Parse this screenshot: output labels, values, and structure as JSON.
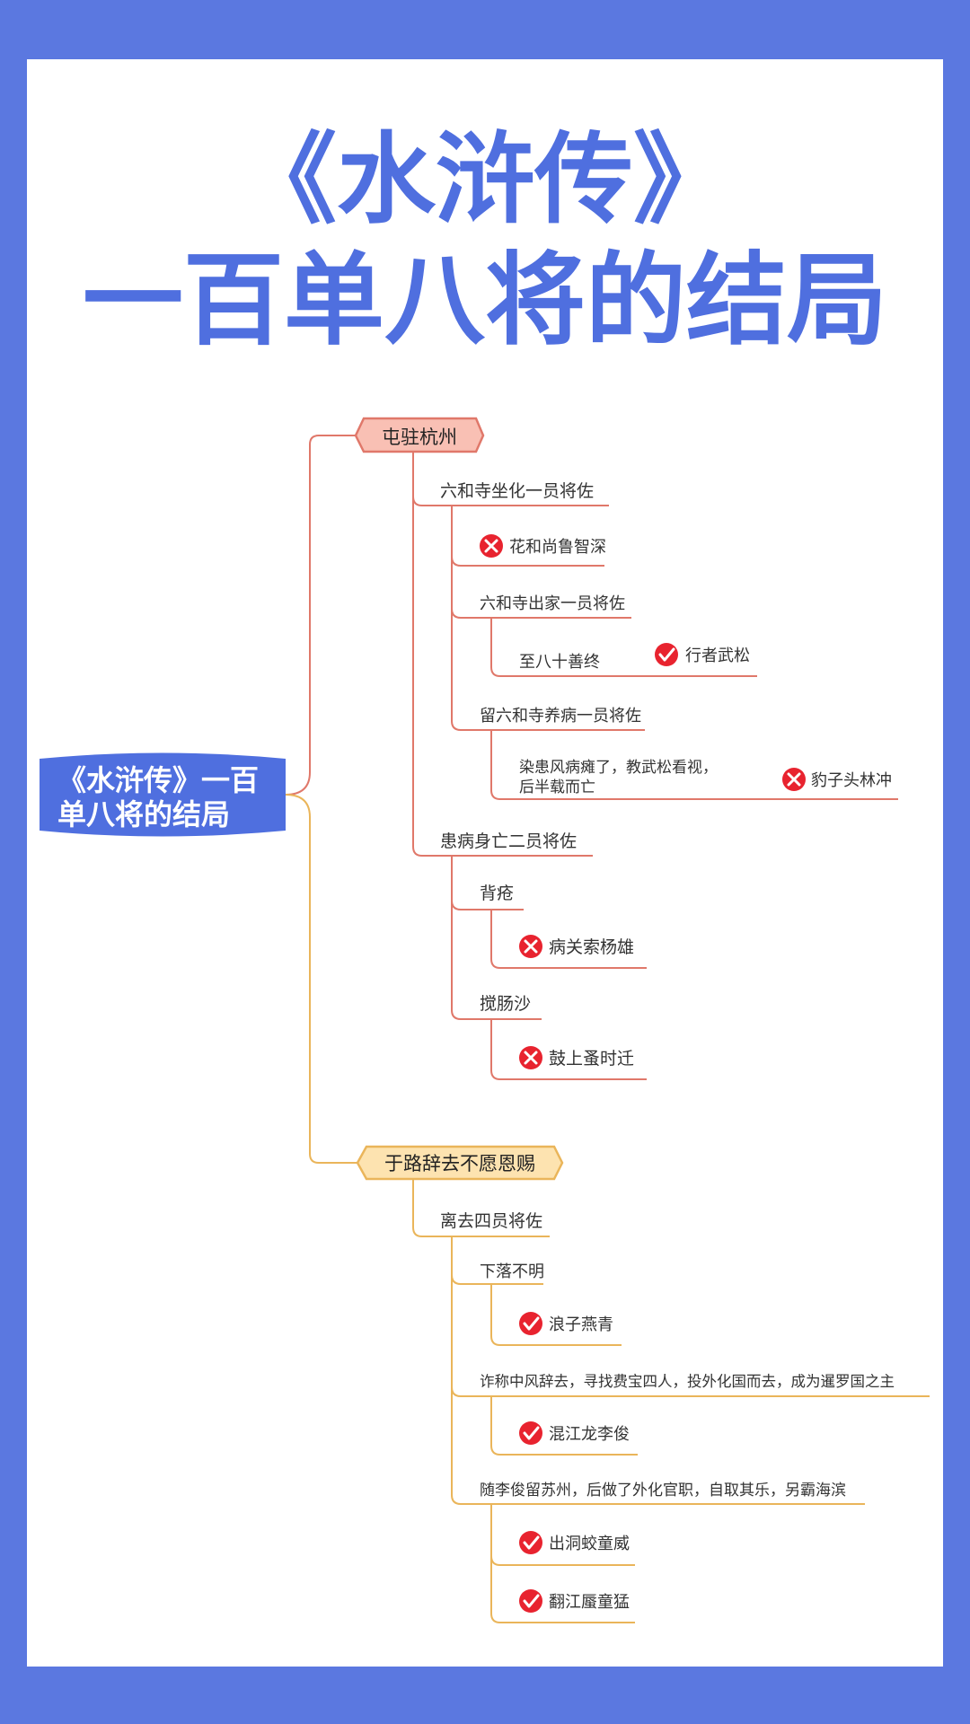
{
  "title": {
    "line1": "《水浒传》",
    "line2": "一百单八将的结局"
  },
  "colors": {
    "background": "#5b78e0",
    "accent_blue": "#4f6fdf",
    "branch_red_line": "#e0786a",
    "branch_red_fill": "#f9c0b4",
    "branch_orange_line": "#eab55a",
    "branch_orange_fill": "#fde3b0",
    "mark_red": "#e8232f"
  },
  "mindmap": {
    "root": {
      "line1": "《水浒传》一百",
      "line2": "单八将的结局"
    },
    "branches": [
      {
        "label": "屯驻杭州",
        "groups": [
          {
            "label": "六和寺坐化一员将佐",
            "items": [
              {
                "mark": "cross",
                "name": "花和尚鲁智深"
              },
              {
                "label": "六和寺出家一员将佐",
                "items": [
                  {
                    "detail": "至八十善终",
                    "mark": "check",
                    "name": "行者武松"
                  }
                ]
              },
              {
                "label": "留六和寺养病一员将佐",
                "items": [
                  {
                    "detail_line1": "染患风病瘫了，教武松看视，",
                    "detail_line2": "后半载而亡",
                    "mark": "cross",
                    "name": "豹子头林冲"
                  }
                ]
              }
            ]
          },
          {
            "label": "患病身亡二员将佐",
            "items": [
              {
                "label": "背疮",
                "items": [
                  {
                    "mark": "cross",
                    "name": "病关索杨雄"
                  }
                ]
              },
              {
                "label": "搅肠沙",
                "items": [
                  {
                    "mark": "cross",
                    "name": "鼓上蚤时迁"
                  }
                ]
              }
            ]
          }
        ]
      },
      {
        "label": "于路辞去不愿恩赐",
        "groups": [
          {
            "label": "离去四员将佐",
            "items": [
              {
                "label": "下落不明",
                "items": [
                  {
                    "mark": "check",
                    "name": "浪子燕青"
                  }
                ]
              },
              {
                "label": "诈称中风辞去，寻找费宝四人，投外化国而去，成为暹罗国之主",
                "items": [
                  {
                    "mark": "check",
                    "name": "混江龙李俊"
                  }
                ]
              },
              {
                "label": "随李俊留苏州，后做了外化官职，自取其乐，另霸海滨",
                "items": [
                  {
                    "mark": "check",
                    "name": "出洞蛟童威"
                  },
                  {
                    "mark": "check",
                    "name": "翻江蜃童猛"
                  }
                ]
              }
            ]
          }
        ]
      }
    ]
  }
}
